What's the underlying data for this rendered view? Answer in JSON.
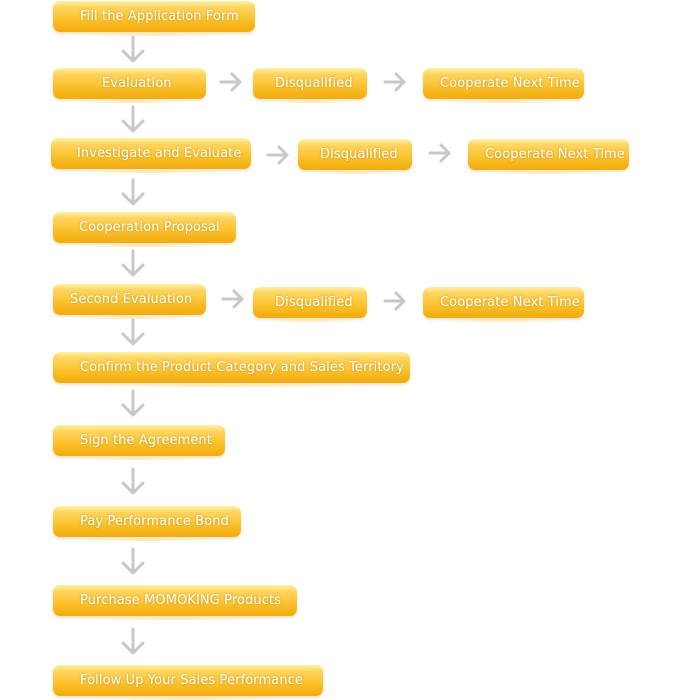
{
  "colors": {
    "box_gradient_top": "#fed561",
    "box_gradient_bottom": "#f2ab12",
    "arrow": "#c8c8c8",
    "text": "#ffffff"
  },
  "steps": [
    "Fill the Application Form",
    "Evaluation",
    "Investigate and Evaluate",
    "Cooperation Proposal",
    "Second Evaluation",
    "Confirm the Product Category and Sales Territory",
    "Sign the Agreement",
    "Pay Performance Bond",
    "Purchase MOMOKING Products",
    "Follow Up Your Sales Performance"
  ],
  "branches": [
    {
      "disqualified": "Disqualified",
      "next": "Cooperate Next Time"
    },
    {
      "disqualified": "Disqualified",
      "next": "Cooperate Next Time"
    },
    {
      "disqualified": "Disqualified",
      "next": "Cooperate Next Time"
    }
  ]
}
